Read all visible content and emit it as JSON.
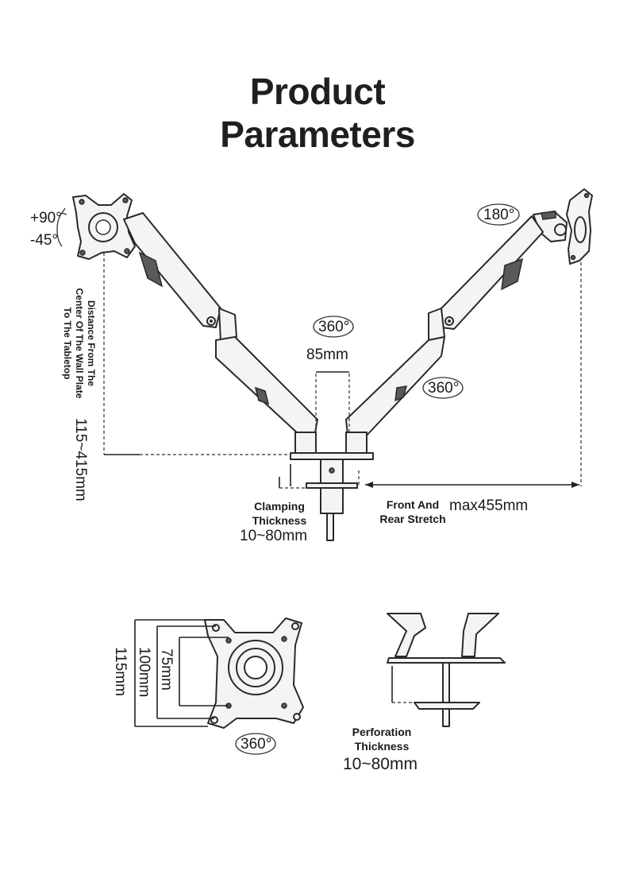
{
  "title": {
    "line1": "Product",
    "line2": "Parameters"
  },
  "rotation": {
    "tilt_up": "+90°",
    "tilt_down": "-45°",
    "swivel_right": "180°",
    "joint_middle": "360°",
    "joint_right": "360°",
    "plate_rotation": "360°"
  },
  "dimensions": {
    "column_gap": "85mm",
    "height_label": "Distance From The Center Of The Wall Plate To The Tabletop",
    "height_value": "115~415mm",
    "clamping_label_1": "Clamping",
    "clamping_label_2": "Thickness",
    "clamping_value": "10~80mm",
    "stretch_label_1": "Front And",
    "stretch_label_2": "Rear Stretch",
    "stretch_value": "max455mm",
    "vesa_outer": "115mm",
    "vesa_middle": "100mm",
    "vesa_inner": "75mm",
    "perforation_label_1": "Perforation",
    "perforation_label_2": "Thickness",
    "perforation_value": "10~80mm"
  },
  "colors": {
    "line": "#2a2a2a",
    "fill": "#f4f4f4",
    "text": "#1a1a1a"
  }
}
